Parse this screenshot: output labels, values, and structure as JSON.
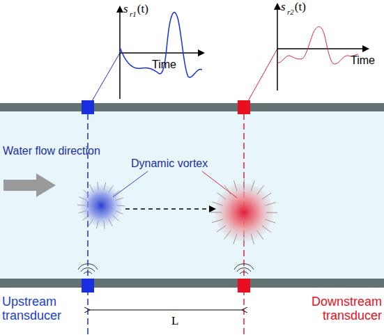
{
  "diagram": {
    "labels": [
      "s",
      "r1",
      "(t)",
      "Time",
      "s",
      "r2",
      "(t)",
      "Time",
      "Water flow direction",
      "Dynamic vortex",
      "Upstream transducer",
      "Downstream transducer",
      "L"
    ]
  }
}
